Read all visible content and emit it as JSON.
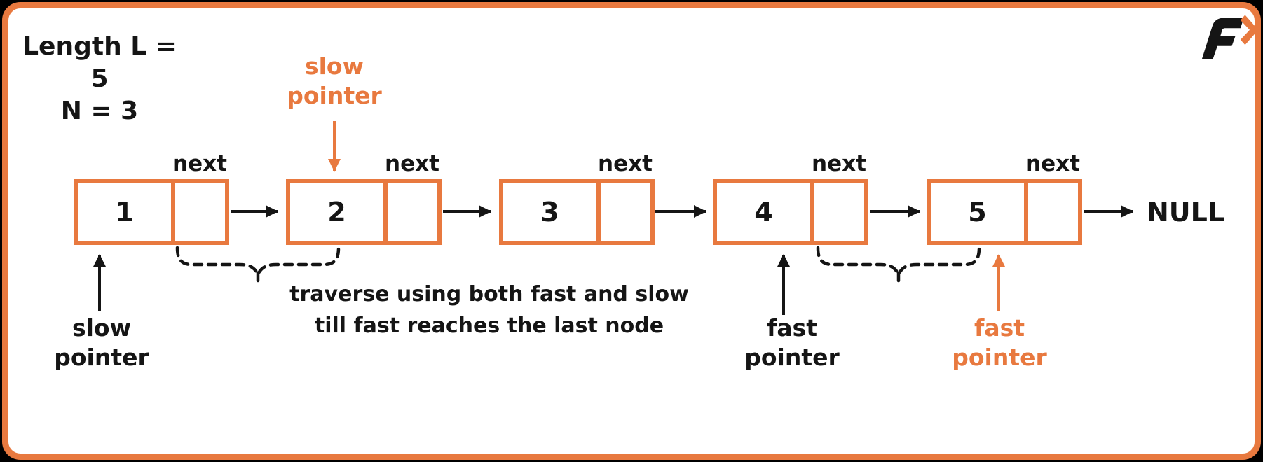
{
  "colors": {
    "accent": "#E8793F",
    "ink": "#151515",
    "background": "#FFFFFF",
    "outer_edge": "#000000"
  },
  "header": {
    "length_line": "Length L = 5",
    "n_line": "N = 3"
  },
  "logo": {
    "glyph": "F",
    "arrow": "chevron-right"
  },
  "list": {
    "nodes": [
      {
        "value": "1",
        "pointer_label": "next"
      },
      {
        "value": "2",
        "pointer_label": "next"
      },
      {
        "value": "3",
        "pointer_label": "next"
      },
      {
        "value": "4",
        "pointer_label": "next"
      },
      {
        "value": "5",
        "pointer_label": "next"
      }
    ],
    "terminator": "NULL"
  },
  "pointer_labels": {
    "slow_top": {
      "line1": "slow",
      "line2": "pointer",
      "color": "#E8793F"
    },
    "slow_bottom": {
      "line1": "slow",
      "line2": "pointer",
      "color": "#151515"
    },
    "fast_bottom": {
      "line1": "fast",
      "line2": "pointer",
      "color": "#151515"
    },
    "fast_far": {
      "line1": "fast",
      "line2": "pointer",
      "color": "#E8793F"
    }
  },
  "caption": {
    "line1": "traverse using both fast and slow",
    "line2": "till fast reaches the last node"
  }
}
